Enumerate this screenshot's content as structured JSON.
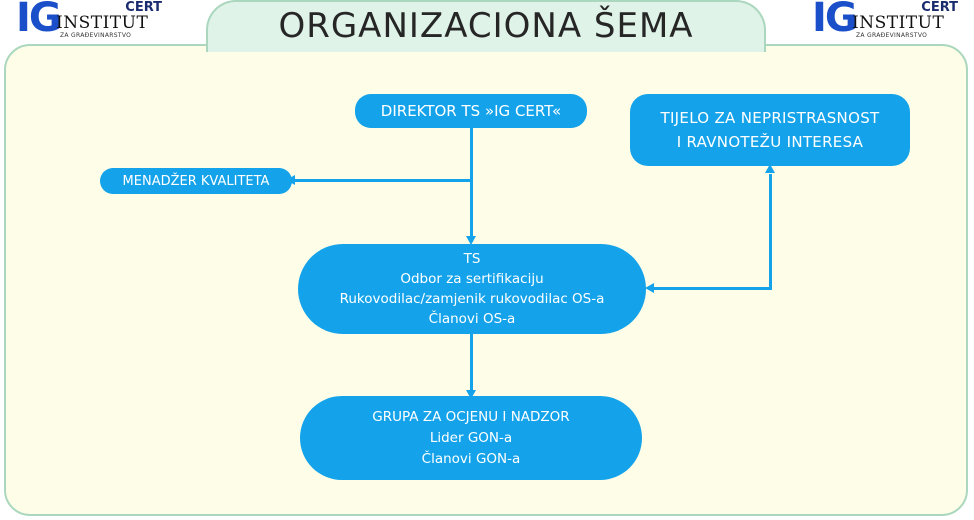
{
  "title": "ORGANIZACIONA ŠEMA",
  "logo": {
    "mark": "IG",
    "cert": "CERT",
    "institut": "INSTITUT",
    "subtitle": "ZA GRAĐEVINARSTVO"
  },
  "nodes": {
    "director": "DIREKTOR TS »IG CERT«",
    "impartiality": [
      "TIJELO ZA NEPRISTRASNOST",
      "I RAVNOTEŽU INTERESA"
    ],
    "quality_manager": "MENADŽER KVALITETA",
    "ts": [
      "TS",
      "Odbor za sertifikaciju",
      "Rukovodilac/zamjenik rukovodilac OS-a",
      "Članovi OS-a"
    ],
    "group": [
      "GRUPA ZA OCJENU I NADZOR",
      "Lider GON-a",
      "Članovi GON-a"
    ]
  },
  "colors": {
    "node_fill": "#14a3ea",
    "node_text": "#ffffff",
    "panel_fill": "#fdfde8",
    "panel_border": "#aad7bd",
    "title_tab": "#dff3e8",
    "logo_blue": "#1a4fc9"
  }
}
